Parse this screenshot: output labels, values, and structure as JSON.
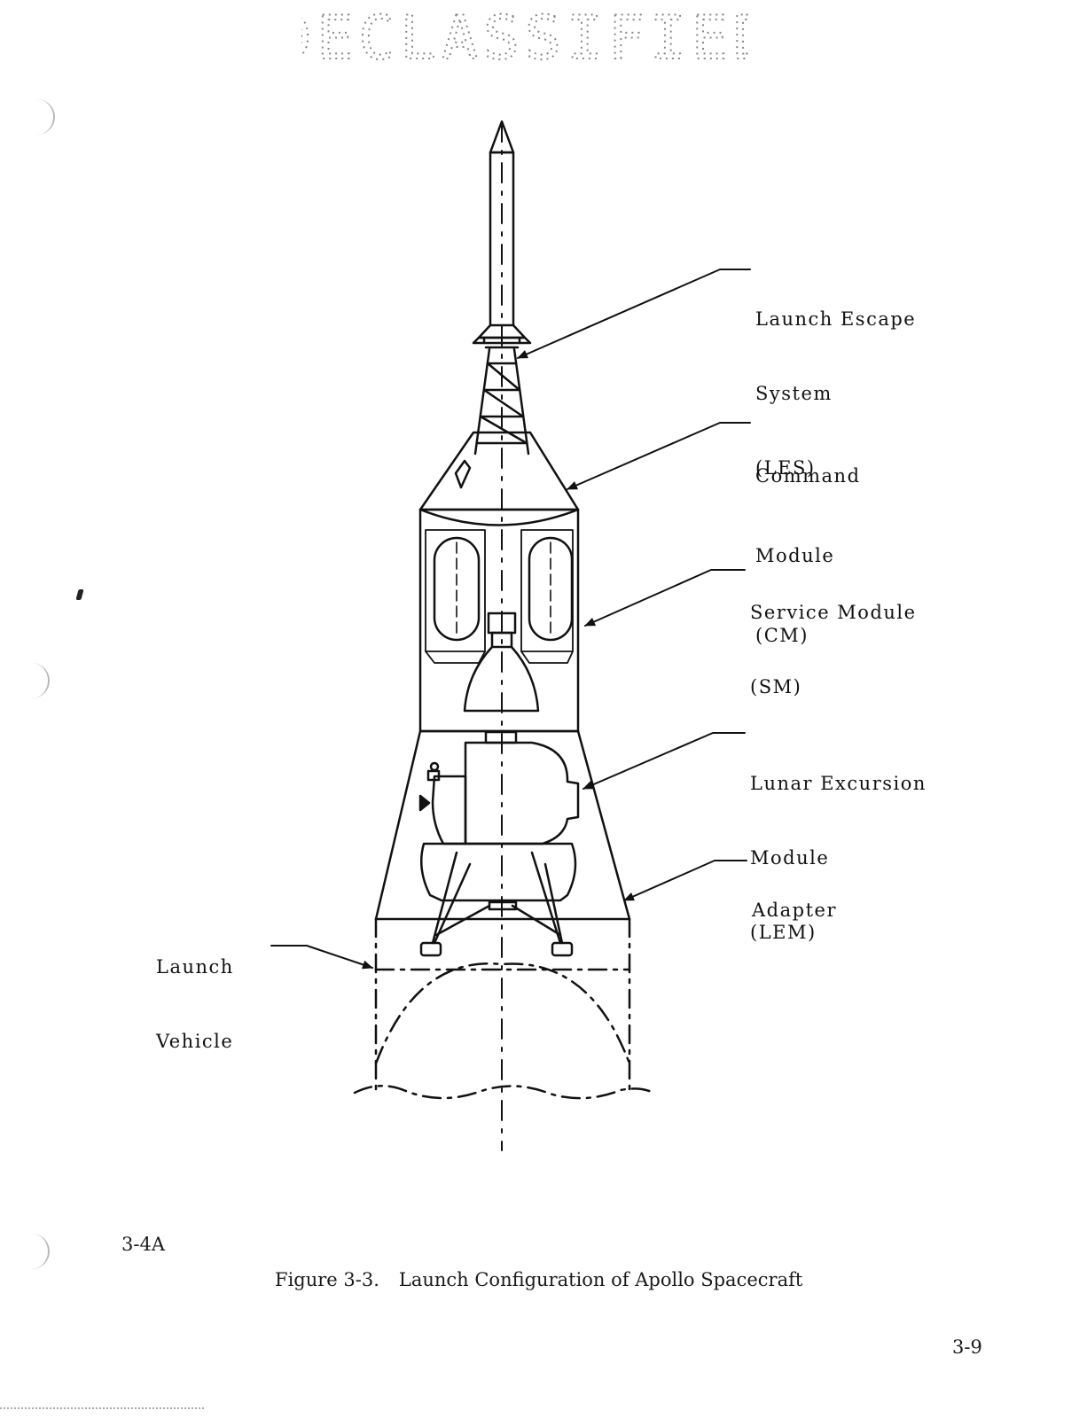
{
  "stamp": {
    "text": "DECLASSIFIED"
  },
  "labels": {
    "les": [
      "Launch Escape",
      "System",
      "(LES)"
    ],
    "cm": [
      "Command",
      "Module",
      "(CM)"
    ],
    "sm": [
      "Service Module",
      "(SM)"
    ],
    "lem": [
      "Lunar Excursion",
      "Module",
      "(LEM)"
    ],
    "adapter": [
      "Adapter"
    ],
    "launch_vehicle": [
      "Launch",
      "Vehicle"
    ]
  },
  "page_id": "3-4A",
  "caption": {
    "number": "Figure 3-3.",
    "title": "Launch Configuration of Apollo Spacecraft"
  },
  "page_number": "3-9"
}
